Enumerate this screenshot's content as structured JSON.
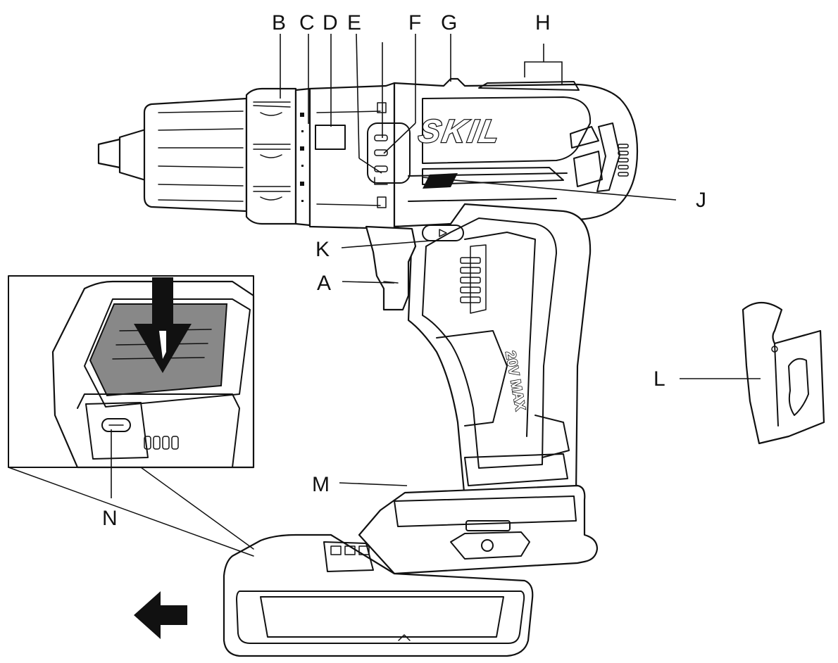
{
  "labels": {
    "A": "A",
    "B": "B",
    "C": "C",
    "D": "D",
    "E": "E",
    "F": "F",
    "G": "G",
    "H": "H",
    "J": "J",
    "K": "K",
    "L": "L",
    "M": "M",
    "N": "N"
  },
  "branding": {
    "logo": "SKIL",
    "model": "20V MAX"
  },
  "icons": [
    "down-arrow-icon",
    "left-arrow-icon"
  ],
  "colors": {
    "line": "#111111",
    "fill": "#ffffff",
    "shade": "#888888"
  }
}
